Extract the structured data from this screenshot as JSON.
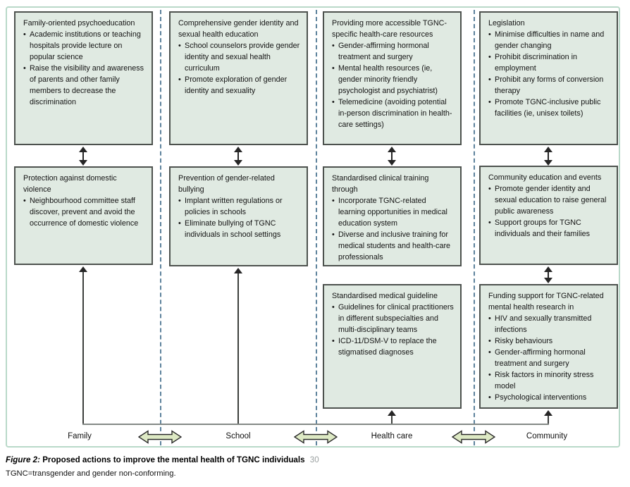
{
  "figure": {
    "caption_label": "Figure 2:",
    "caption_title": "Proposed actions to improve the mental health of TGNC individuals",
    "caption_ref": "30",
    "footnote": "TGNC=transgender and gender non-conforming."
  },
  "colors": {
    "box_fill": "#e0eae2",
    "box_border": "#4d524e",
    "panel_border": "#b9d9c9",
    "dashed_divider": "#5d829c",
    "arrow_black": "#262626",
    "green_arrow_fill": "#dde9c4",
    "reference_gray": "#9aa0a0"
  },
  "columns": [
    {
      "label": "Family",
      "boxes": [
        {
          "title": "Family-oriented psychoeducation",
          "bullets": [
            "Academic institutions or teaching hospitals provide lecture on popular science",
            "Raise the visibility and awareness of parents and other family members to decrease the discrimination"
          ]
        },
        {
          "title": "Protection against domestic violence",
          "bullets": [
            "Neighbourhood committee staff discover, prevent and avoid the occurrence of domestic violence"
          ]
        }
      ]
    },
    {
      "label": "School",
      "boxes": [
        {
          "title": "Comprehensive gender identity and sexual health education",
          "bullets": [
            "School counselors provide gender identity and sexual health curriculum",
            "Promote exploration of gender identity and sexuality"
          ]
        },
        {
          "title": "Prevention of gender-related bullying",
          "bullets": [
            "Implant written regulations or policies in schools",
            "Eliminate bullying of TGNC individuals in school settings"
          ]
        }
      ]
    },
    {
      "label": "Health care",
      "boxes": [
        {
          "title": "Providing more accessible TGNC-specific health-care resources",
          "bullets": [
            "Gender-affirming hormonal treatment and surgery",
            "Mental health resources (ie, gender minority friendly psychologist and psychiatrist)",
            "Telemedicine (avoiding potential in-person discrimination in health-care settings)"
          ]
        },
        {
          "title": "Standardised clinical training through",
          "bullets": [
            "Incorporate TGNC-related learning opportunities in medical education system",
            "Diverse and inclusive training for medical students and health-care professionals"
          ]
        },
        {
          "title": "Standardised medical guideline",
          "bullets": [
            "Guidelines for clinical practitioners in different subspecialties and multi-disciplinary teams",
            "ICD-11/DSM-V to replace the stigmatised diagnoses"
          ]
        }
      ]
    },
    {
      "label": "Community",
      "boxes": [
        {
          "title": "Legislation",
          "bullets": [
            "Minimise difficulties in name and gender changing",
            "Prohibit discrimination in employment",
            "Prohibit any forms of conversion therapy",
            "Promote TGNC-inclusive public facilities (ie, unisex toilets)"
          ]
        },
        {
          "title": "Community education and events",
          "bullets": [
            "Promote gender identity and sexual education to raise general public awareness",
            "Support groups for TGNC individuals and their families"
          ]
        },
        {
          "title": "Funding support for TGNC-related mental health research in",
          "bullets": [
            "HIV and sexually transmitted infections",
            "Risky behaviours",
            "Gender-affirming hormonal treatment and surgery",
            "Risk factors in minority stress model",
            "Psychological interventions"
          ]
        }
      ]
    }
  ]
}
